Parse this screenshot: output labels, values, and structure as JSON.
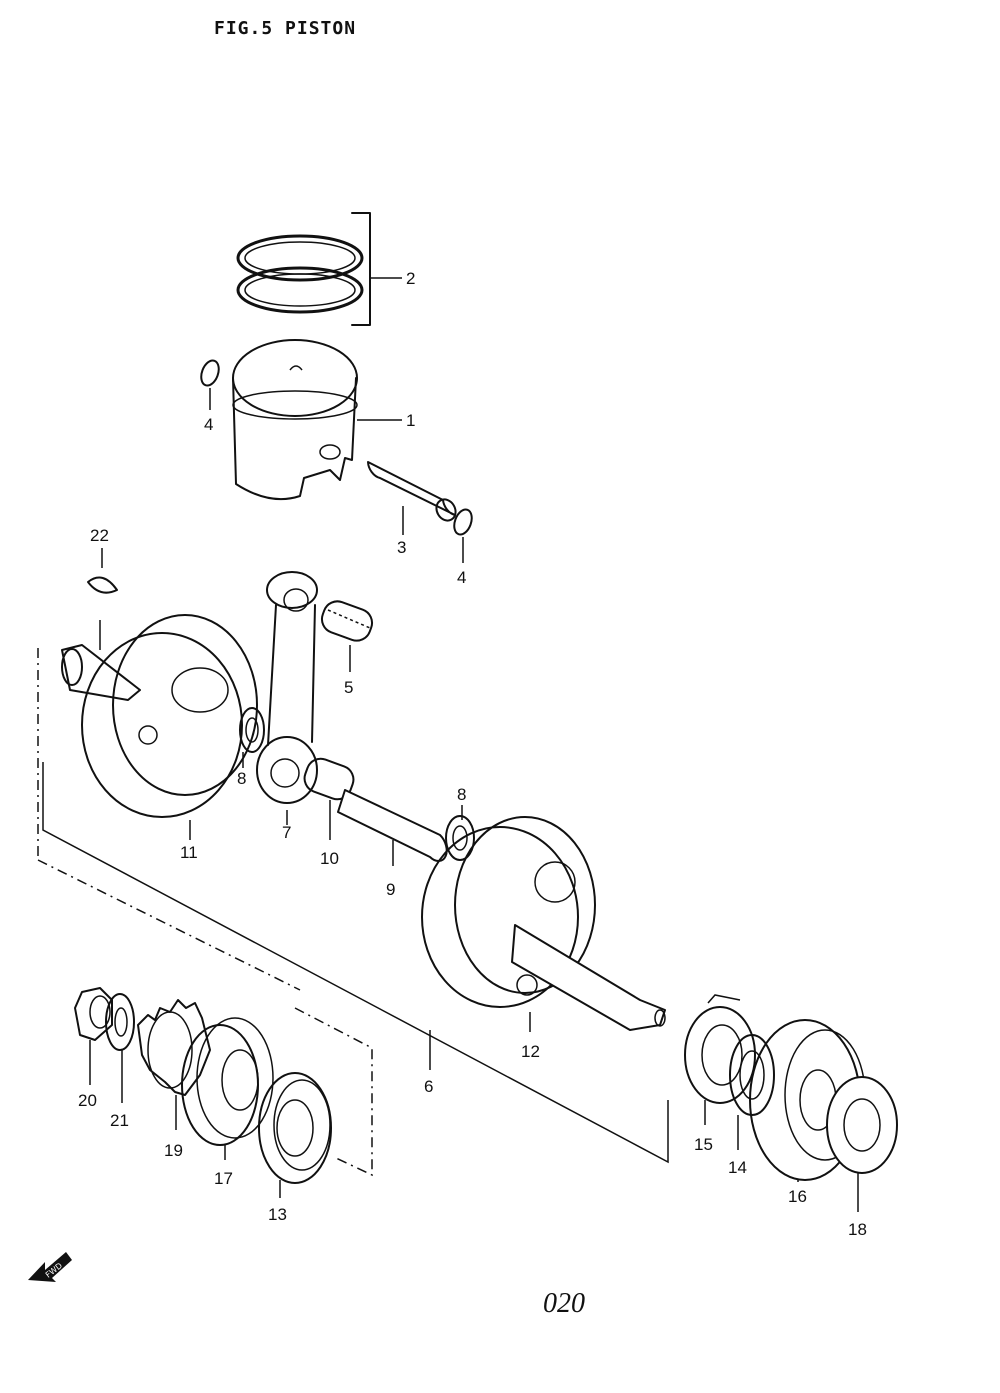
{
  "figure": {
    "title": "FIG.5  PISTON",
    "page_number": "020",
    "fwd_marker": "FWD"
  },
  "labels": {
    "p1": "1",
    "p2": "2",
    "p3": "3",
    "p4a": "4",
    "p4b": "4",
    "p5": "5",
    "p6": "6",
    "p7": "7",
    "p8a": "8",
    "p8b": "8",
    "p9": "9",
    "p10": "10",
    "p11": "11",
    "p12": "12",
    "p13": "13",
    "p14": "14",
    "p15": "15",
    "p16": "16",
    "p17": "17",
    "p18": "18",
    "p19": "19",
    "p20": "20",
    "p21": "21",
    "p22": "22"
  }
}
